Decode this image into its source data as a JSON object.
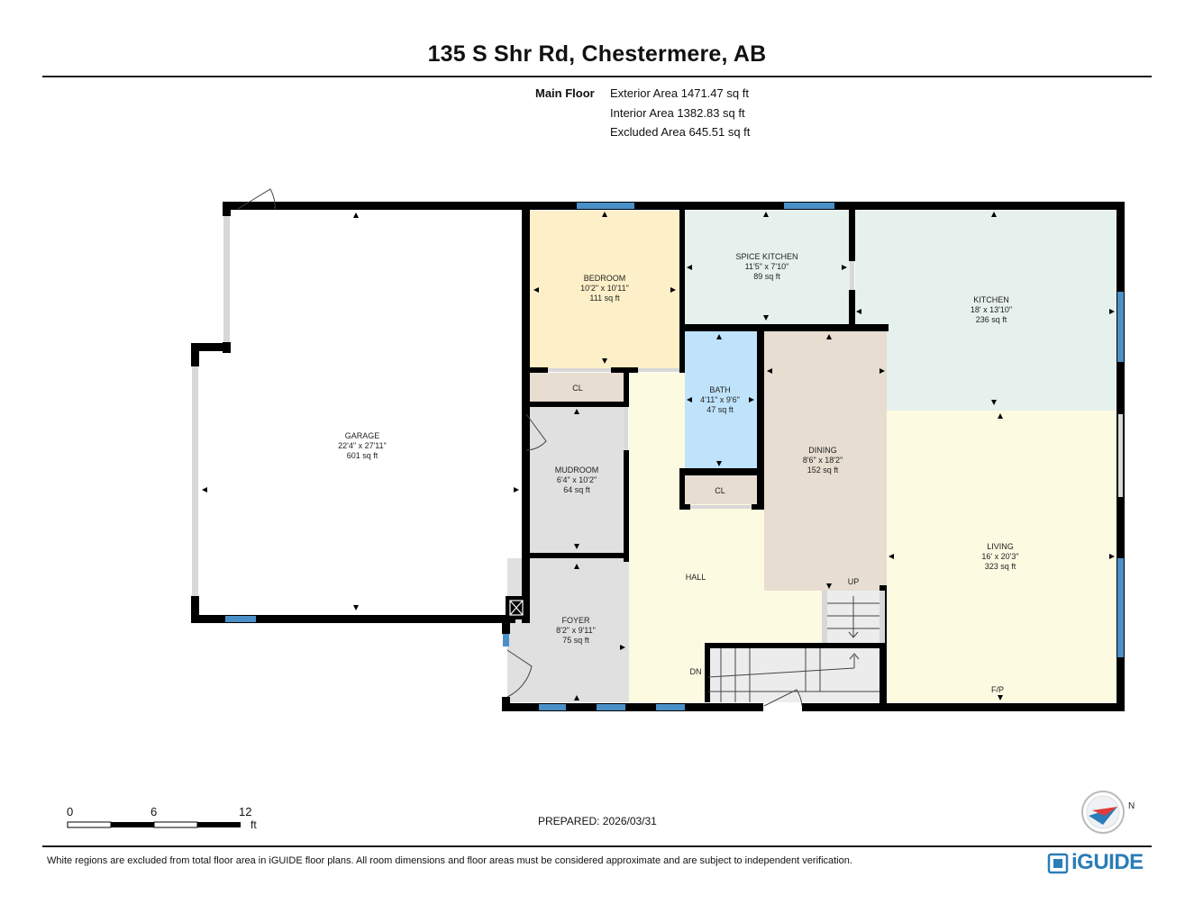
{
  "header": {
    "title": "135 S Shr Rd, Chestermere, AB"
  },
  "areas": {
    "level": "Main Floor",
    "exterior": "Exterior Area 1471.47 sq ft",
    "interior": "Interior Area 1382.83 sq ft",
    "excluded": "Excluded Area 645.51 sq ft"
  },
  "rooms": {
    "garage": {
      "name": "GARAGE",
      "dims": "22'4\" x 27'11\"",
      "area": "601 sq ft"
    },
    "bedroom": {
      "name": "BEDROOM",
      "dims": "10'2\" x 10'11\"",
      "area": "111 sq ft"
    },
    "spice_kitchen": {
      "name": "SPICE KITCHEN",
      "dims": "11'5\" x 7'10\"",
      "area": "89 sq ft"
    },
    "kitchen": {
      "name": "KITCHEN",
      "dims": "18' x 13'10\"",
      "area": "236 sq ft"
    },
    "bath": {
      "name": "BATH",
      "dims": "4'11\" x 9'6\"",
      "area": "47 sq ft"
    },
    "dining": {
      "name": "DINING",
      "dims": "8'6\" x 18'2\"",
      "area": "152 sq ft"
    },
    "mudroom": {
      "name": "MUDROOM",
      "dims": "6'4\" x 10'2\"",
      "area": "64 sq ft"
    },
    "living": {
      "name": "LIVING",
      "dims": "16' x 20'3\"",
      "area": "323 sq ft"
    },
    "foyer": {
      "name": "FOYER",
      "dims": "8'2\" x 9'11\"",
      "area": "75 sq ft"
    },
    "hall": {
      "name": "HALL"
    },
    "closet_bedroom": {
      "name": "CL"
    },
    "closet_bath": {
      "name": "CL"
    },
    "stair_up": {
      "name": "UP"
    },
    "stair_down": {
      "name": "DN"
    },
    "fireplace": {
      "name": "F/P"
    }
  },
  "scale": {
    "ticks": [
      "0",
      "6",
      "12"
    ],
    "unit": "ft"
  },
  "footer": {
    "prepared": "PREPARED: 2026/03/31",
    "disclaimer": "White regions are excluded from total floor area in iGUIDE floor plans. All room dimensions and floor areas must be considered approximate and are subject to independent verification.",
    "logo": "iGUIDE"
  },
  "compass": {
    "label": "N"
  },
  "colors": {
    "wall": "#000000",
    "window": "#4a90c8",
    "garage": "#ffffff",
    "bedroom": "#fdf0c8",
    "spice_kitchen": "#e6f0ec",
    "kitchen": "#e6f0ec",
    "bath": "#bfe3fb",
    "dining": "#e7ddd0",
    "mudroom": "#e0e0e0",
    "foyer": "#e0e0e0",
    "hall": "#fdfae2",
    "living": "#fdfae2",
    "closet": "#e7ddd0",
    "brand": "#2a7db8"
  }
}
